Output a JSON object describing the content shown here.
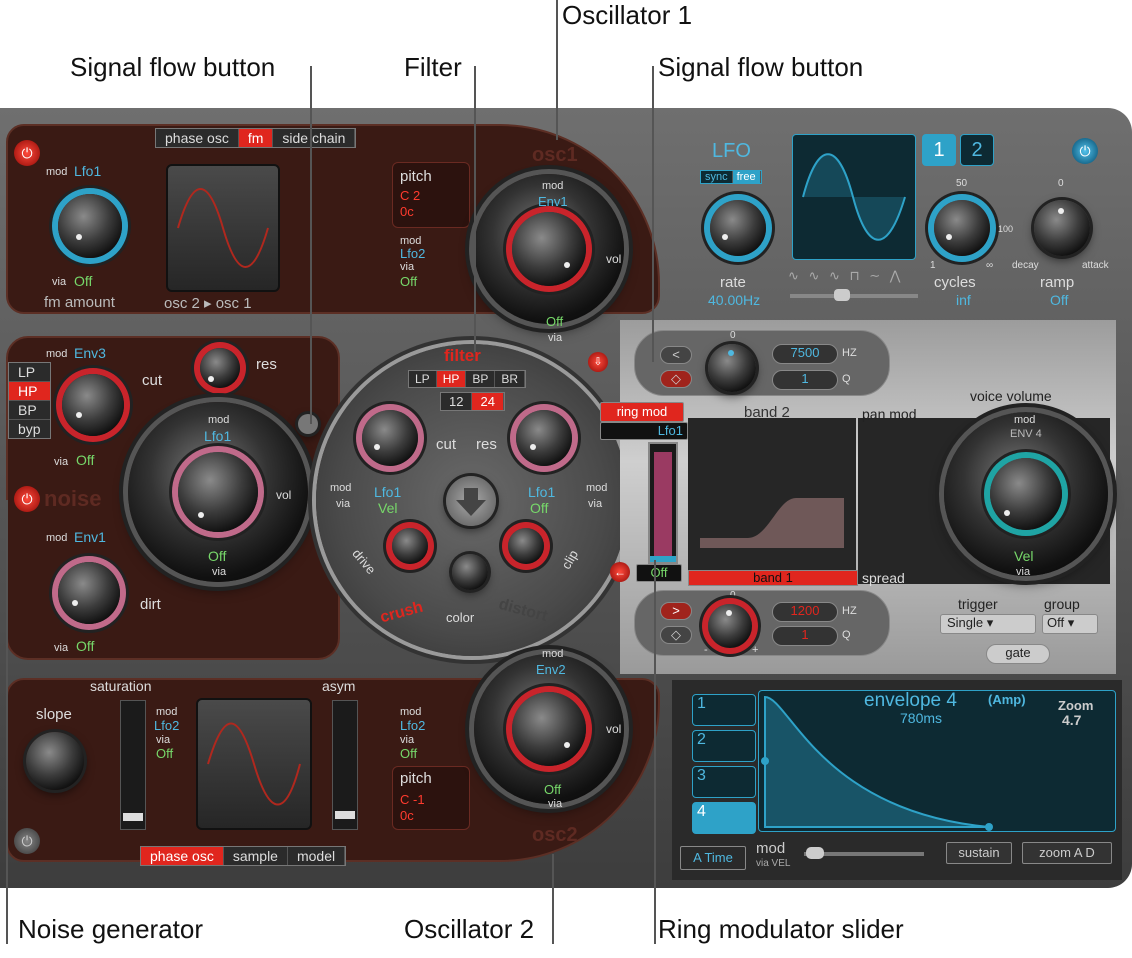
{
  "callouts": {
    "signal_flow_left": "Signal flow button",
    "filter": "Filter",
    "oscillator1": "Oscillator 1",
    "signal_flow_right": "Signal flow button",
    "noise_generator": "Noise generator",
    "oscillator2": "Oscillator 2",
    "ring_mod_slider": "Ring modulator slider"
  },
  "osc1_panel": {
    "tabs": [
      "phase osc",
      "fm",
      "side chain"
    ],
    "active_tab": "fm",
    "mod_label": "mod",
    "mod_source": "Lfo1",
    "via_label": "via",
    "via_source": "Off",
    "knob_label": "fm amount",
    "routing": "osc 2 ▸ osc 1",
    "title": "osc1",
    "pitch_label": "pitch",
    "pitch_note": "C 2",
    "pitch_cents": "0c",
    "pitch_mod_label": "mod",
    "pitch_mod_source": "Lfo2",
    "pitch_via_label": "via",
    "pitch_via_source": "Off",
    "dial_mod": "mod",
    "dial_mod_source": "Env1",
    "dial_vol": "vol",
    "dial_via_value": "Off",
    "dial_via": "via"
  },
  "noise_panel": {
    "filter_types": [
      "LP",
      "HP",
      "BP",
      "byp"
    ],
    "active_type": "HP",
    "cut_mod": "mod",
    "cut_mod_source": "Env3",
    "cut_label": "cut",
    "cut_via": "via",
    "cut_via_source": "Off",
    "res_label": "res",
    "title": "noise",
    "dirt_mod": "mod",
    "dirt_mod_source": "Env1",
    "dirt_label": "dirt",
    "dirt_via": "via",
    "dirt_via_source": "Off",
    "dial_mod": "mod",
    "dial_mod_source": "Lfo1",
    "dial_vol": "vol",
    "dial_via_value": "Off",
    "dial_via": "via"
  },
  "filter": {
    "title": "filter",
    "types": [
      "LP",
      "HP",
      "BP",
      "BR"
    ],
    "active_type": "HP",
    "slopes": [
      "12",
      "24"
    ],
    "active_slope": "24",
    "cut_label": "cut",
    "res_label": "res",
    "mod": "mod",
    "via": "via",
    "left_src": "Lfo1",
    "left_via": "Vel",
    "right_src": "Lfo1",
    "right_via": "Off",
    "drive": "drive",
    "crush": "crush",
    "color": "color",
    "distort": "distort",
    "clip": "clip"
  },
  "osc2_panel": {
    "slope": "slope",
    "saturation": "saturation",
    "asym": "asym",
    "mod": "mod",
    "mod_source": "Lfo2",
    "via": "via",
    "via_source": "Off",
    "tabs": [
      "phase osc",
      "sample",
      "model"
    ],
    "active_tab": "phase osc",
    "title": "osc2",
    "pitch_label": "pitch",
    "pitch_mod": "mod",
    "pitch_mod_source": "Lfo2",
    "pitch_via": "via",
    "pitch_via_source": "Off",
    "pitch_note": "C -1",
    "pitch_cents": "0c",
    "dial_mod": "mod",
    "dial_mod_source": "Env2",
    "dial_vol": "vol",
    "dial_via_value": "Off",
    "dial_via": "via"
  },
  "lfo": {
    "title": "LFO",
    "sync": "sync",
    "free": "free",
    "rate_label": "rate",
    "rate_value": "40.00Hz",
    "buttons": [
      "1",
      "2"
    ],
    "cycles_top": "50",
    "cycles_left": "1",
    "cycles_right": "100",
    "cycles_end": "∞",
    "cycles_label": "cycles",
    "cycles_value": "inf",
    "ramp_top": "0",
    "ramp_left": "decay",
    "ramp_right": "attack",
    "ramp_label": "ramp",
    "ramp_value": "Off"
  },
  "ringmod": {
    "label": "ring mod",
    "source": "Lfo1",
    "value": "Off"
  },
  "eq": {
    "band2_zero": "0",
    "band2_hz": "7500",
    "band2_hz_unit": "HZ",
    "band2_q": "1",
    "band2_q_unit": "Q",
    "band2_label": "band 2",
    "band1_label": "band 1",
    "band1_zero": "0",
    "band1_hz": "1200",
    "band1_hz_unit": "HZ",
    "band1_q": "1",
    "band1_q_unit": "Q",
    "minus": "-",
    "plus": "+"
  },
  "voice": {
    "pan_mod": "pan mod",
    "spread": "spread",
    "title": "voice volume",
    "mod": "mod",
    "source": "ENV 4",
    "via_value": "Vel",
    "via": "via",
    "trigger_label": "trigger",
    "trigger_value": "Single",
    "group_label": "group",
    "group_value": "Off",
    "gate": "gate"
  },
  "envelope": {
    "title": "envelope 4",
    "subtitle": "(Amp)",
    "time": "780ms",
    "zoom_label": "Zoom",
    "zoom_value": "4.7",
    "slots": [
      "1",
      "2",
      "3",
      "4"
    ],
    "a_time": "A Time",
    "mod": "mod",
    "via_vel": "via VEL",
    "sustain": "sustain",
    "zoom_ad": "zoom A D"
  },
  "colors": {
    "accent_red": "#e0261e",
    "accent_blue": "#4fb8e0",
    "accent_green": "#77d86a"
  }
}
